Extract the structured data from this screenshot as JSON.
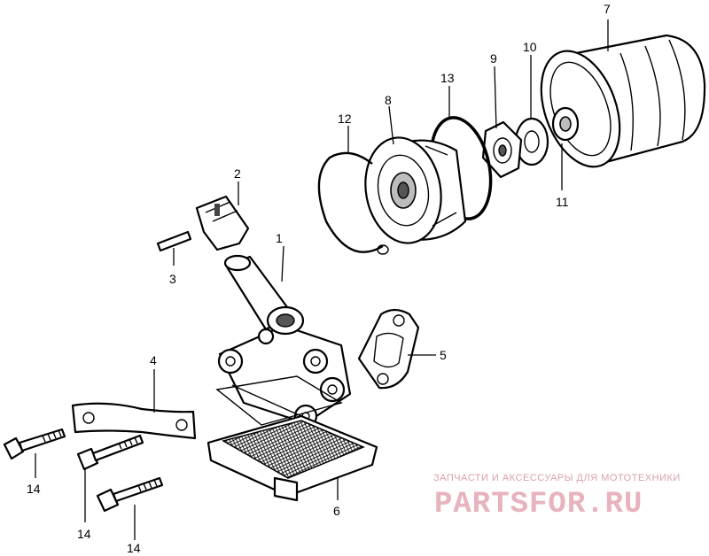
{
  "callouts": {
    "c1": "1",
    "c2": "2",
    "c3": "3",
    "c4": "4",
    "c5": "5",
    "c6": "6",
    "c7": "7",
    "c8": "8",
    "c9": "9",
    "c10": "10",
    "c11": "11",
    "c12": "12",
    "c13": "13",
    "c14a": "14",
    "c14b": "14",
    "c14c": "14"
  },
  "watermark": {
    "tagline": "ЗАПЧАСТИ И АКСЕССУАРЫ ДЛЯ МОТОТЕХНИКИ",
    "brand": "PARTSFOR.RU"
  }
}
